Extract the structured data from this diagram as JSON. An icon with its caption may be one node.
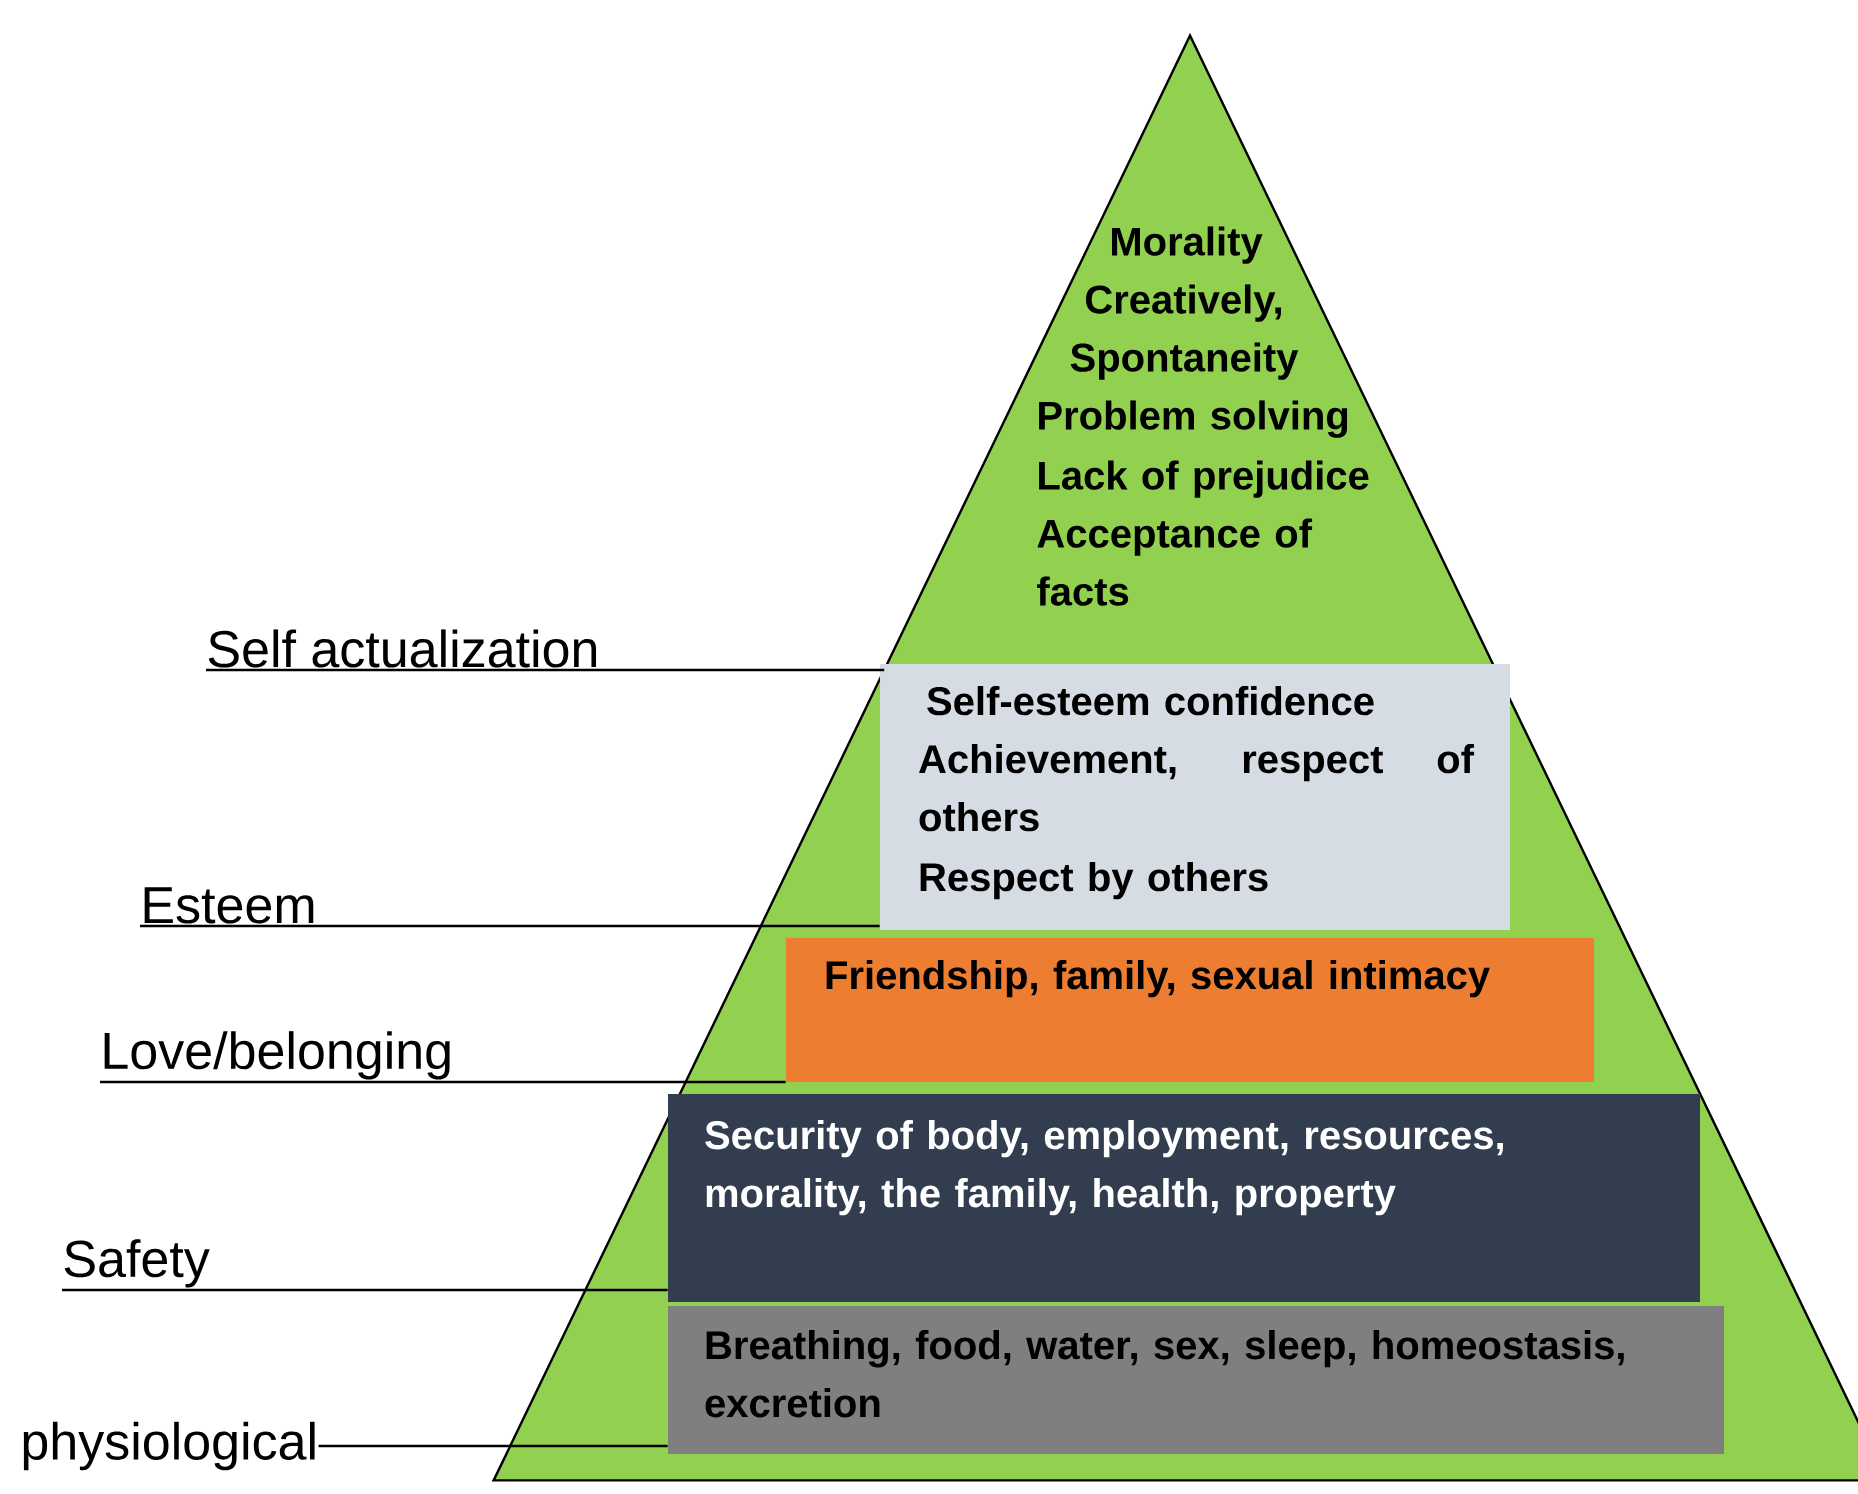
{
  "diagram": {
    "nodes": [
      {
        "text": [
          "Morality",
          "Creatively, Spontaneity",
          "Problem solving",
          "Lack of prejudice",
          "Acceptance of facts"
        ]
      },
      {
        "text": [
          "Self-esteem confidence",
          "Achievement, respect of others",
          "Respect by others"
        ],
        "in": 0
      },
      {
        "text": [
          "Friendship, family, sexual intimacy"
        ],
        "in": 0
      },
      {
        "text": [
          "Security of body, employment, resources, morality, the family, health, property"
        ],
        "in": 0
      },
      {
        "text": [
          "Breathing, food, water, sex, sleep, homeostasis, excretion"
        ],
        "in": 0
      },
      {
        "text": [
          "Self actualization"
        ]
      },
      {
        "text": [
          "Esteem"
        ]
      },
      {
        "text": [
          "Love/belonging"
        ]
      },
      {
        "text": [
          "Safety"
        ]
      },
      {
        "text": [
          "physiological"
        ]
      }
    ],
    "edges": [
      {
        "from": 5,
        "to": 0,
        "arrow": "none"
      },
      {
        "from": 6,
        "to": 1,
        "arrow": "none"
      },
      {
        "from": 7,
        "to": 2,
        "arrow": "none"
      },
      {
        "from": 8,
        "to": 3,
        "arrow": "none"
      },
      {
        "from": 9,
        "to": 4,
        "arrow": "none"
      }
    ]
  }
}
